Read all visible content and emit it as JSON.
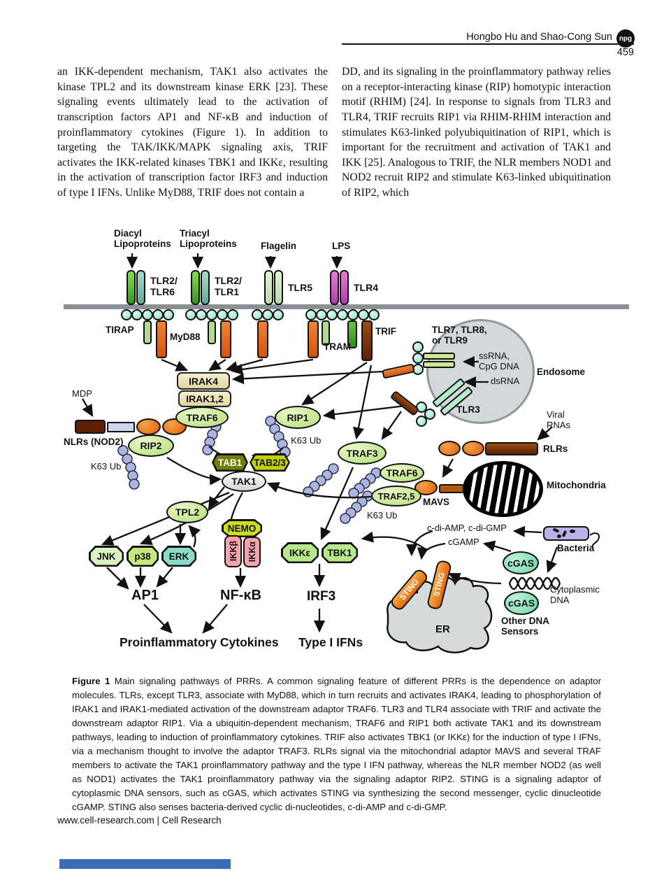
{
  "header": {
    "authors": "Hongbo Hu and Shao-Cong Sun",
    "logo": "npg",
    "page_number": "459"
  },
  "article": {
    "left_column": "an IKK-dependent mechanism, TAK1 also activates the kinase TPL2 and its downstream kinase ERK [23]. These signaling events ultimately lead to the activation of transcription factors AP1 and NF-κB and induction of proinflammatory cytokines (Figure 1). In addition to targeting the TAK/IKK/MAPK signaling axis, TRIF activates the IKK-related kinases TBK1 and IKKε, resulting in the activation of transcription factor IRF3 and induction of type I IFNs. Unlike MyD88, TRIF does not contain a",
    "right_column": "DD, and its signaling in the proinflammatory pathway relies on a receptor-interacting kinase (RIP) homotypic interaction motif (RHIM) [24]. In response to signals from TLR3 and TLR4, TRIF recruits RIP1 via RHIM-RHIM interaction and stimulates K63-linked polyubiquitination of RIP1, which is important for the recruitment and activation of TAK1 and IKK [25]. Analogous to TRIF, the NLR members NOD1 and NOD2 recruit RIP2 and stimulate K63-linked ubiquitination of RIP2, which"
  },
  "figure": {
    "ligands": {
      "diacyl": "Diacyl\nLipoproteins",
      "triacyl": "Triacyl\nLipoproteins",
      "flagelin": "Flagelin",
      "lps": "LPS"
    },
    "receptors": {
      "tlr2_6": "TLR2/\nTLR6",
      "tlr2_1": "TLR2/\nTLR1",
      "tlr5": "TLR5",
      "tlr4": "TLR4"
    },
    "adaptors": {
      "tirap": "TIRAP",
      "myd88": "MyD88",
      "tram": "TRAM",
      "trif": "TRIF"
    },
    "endosome": {
      "title": "TLR7, TLR8,\nor TLR9",
      "ssrna": "ssRNA,\nCpG DNA",
      "dsrna": "dsRNA",
      "tlr3": "TLR3",
      "label": "Endosome"
    },
    "rlr": {
      "viral_rnas": "Viral\nRNAs",
      "rlrs": "RLRs",
      "mavs": "MAVS",
      "mitochondria": "Mitochondria"
    },
    "nod": {
      "mdp": "MDP",
      "nlrs": "NLRs (NOD2)",
      "rip2": "RIP2",
      "k63": "K63 Ub"
    },
    "core": {
      "irak4": "IRAK4",
      "irak12": "IRAK1,2",
      "traf6": "TRAF6",
      "rip1": "RIP1",
      "k63": "K63 Ub",
      "tab1": "TAB1",
      "tab23": "TAB2/3",
      "tak1": "TAK1"
    },
    "trafs": {
      "traf3": "TRAF3",
      "traf6": "TRAF6",
      "traf25": "TRAF2,5",
      "k63": "K63 Ub"
    },
    "mapk": {
      "tpl2": "TPL2",
      "jnk": "JNK",
      "p38": "p38",
      "erk": "ERK"
    },
    "ikk": {
      "nemo": "NEMO",
      "ikkb": "IKKβ",
      "ikka": "IKKα"
    },
    "tf": {
      "ap1": "AP1",
      "nfkb": "NF-κB",
      "irf3": "IRF3"
    },
    "kinases": {
      "ikke": "IKKε",
      "tbk1": "TBK1"
    },
    "outputs": {
      "proinflammatory": "Proinflammatory Cytokines",
      "type1": "Type I IFNs"
    },
    "sting": {
      "cdiamp": "c-di-AMP, c-di-GMP",
      "cgamp": "cGAMP",
      "bacteria": "Bacteria",
      "cgas": "cGAS",
      "cytoplasmic_dna": "Cytoplasmic\nDNA",
      "other_sensors": "Other DNA\nSensors",
      "er": "ER",
      "sting": "STING"
    }
  },
  "caption": {
    "label": "Figure 1",
    "text": " Main signaling pathways of PRRs. A common signaling feature of different PRRs is the dependence on adaptor molecules. TLRs, except TLR3, associate with MyD88, which in turn recruits and activates IRAK4, leading to phosphorylation of IRAK1 and IRAK1-mediated activation of the downstream adaptor TRAF6. TLR3 and TLR4 associate with TRIF and activate the downstream adaptor RIP1. Via a ubiquitin-dependent mechanism, TRAF6 and RIP1 both activate TAK1 and its downstream pathways, leading to induction of proinflammatory cytokines. TRIF also activates TBK1 (or IKKε) for the induction of type I IFNs, via a mechanism thought to involve the adaptor TRAF3. RLRs signal via the mitochondrial adaptor MAVS and several TRAF members to activate the TAK1 proinflammatory pathway and the type I IFN pathway, whereas the NLR member NOD2 (as well as NOD1) activates the TAK1 proinflammatory pathway via the signaling adaptor RIP2. STING is a signaling adaptor of cytoplasmic DNA sensors, such as cGAS, which activates STING via synthesizing the second messenger, cyclic dinucleotide cGAMP. STING also senses bacteria-derived cyclic di-nucleotides, c-di-AMP and c-di-GMP."
  },
  "footer": {
    "text": "www.cell-research.com | Cell Research"
  },
  "colors": {
    "membrane_gray": "#8a9096",
    "tlr2_green": "#2f9e12",
    "tlr_partner_teal": "#5fae93",
    "tlr5_pale": "#bcd8ac",
    "tlr4_magenta": "#b13fa8",
    "tir_teal": "#8fdcc2",
    "tirap_green": "#b5d98e",
    "myd88_orange": "#e8651a",
    "tram_green": "#2e8f1f",
    "trif_brown": "#5e2205",
    "irak_beige": "#e8dfb0",
    "node_green": "#b4dd78",
    "ubiquitin_blue": "#aab6e0",
    "tab1_olive": "#6e7e08",
    "tab23_yellow": "#c3d104",
    "ikk_pink": "#f5a3ab",
    "nemo_yellow": "#ccdc20",
    "erk_teal": "#8adbc8",
    "endosome_gray": "#d3d9db",
    "rlr_orange": "#e87a18",
    "bacteria_purple": "#bab1e9",
    "cgas_teal": "#6cd4a4",
    "sting_orange": "#ef7d1a",
    "er_gray": "#d6dbd9",
    "npg_blue": "#3b6cb7"
  }
}
